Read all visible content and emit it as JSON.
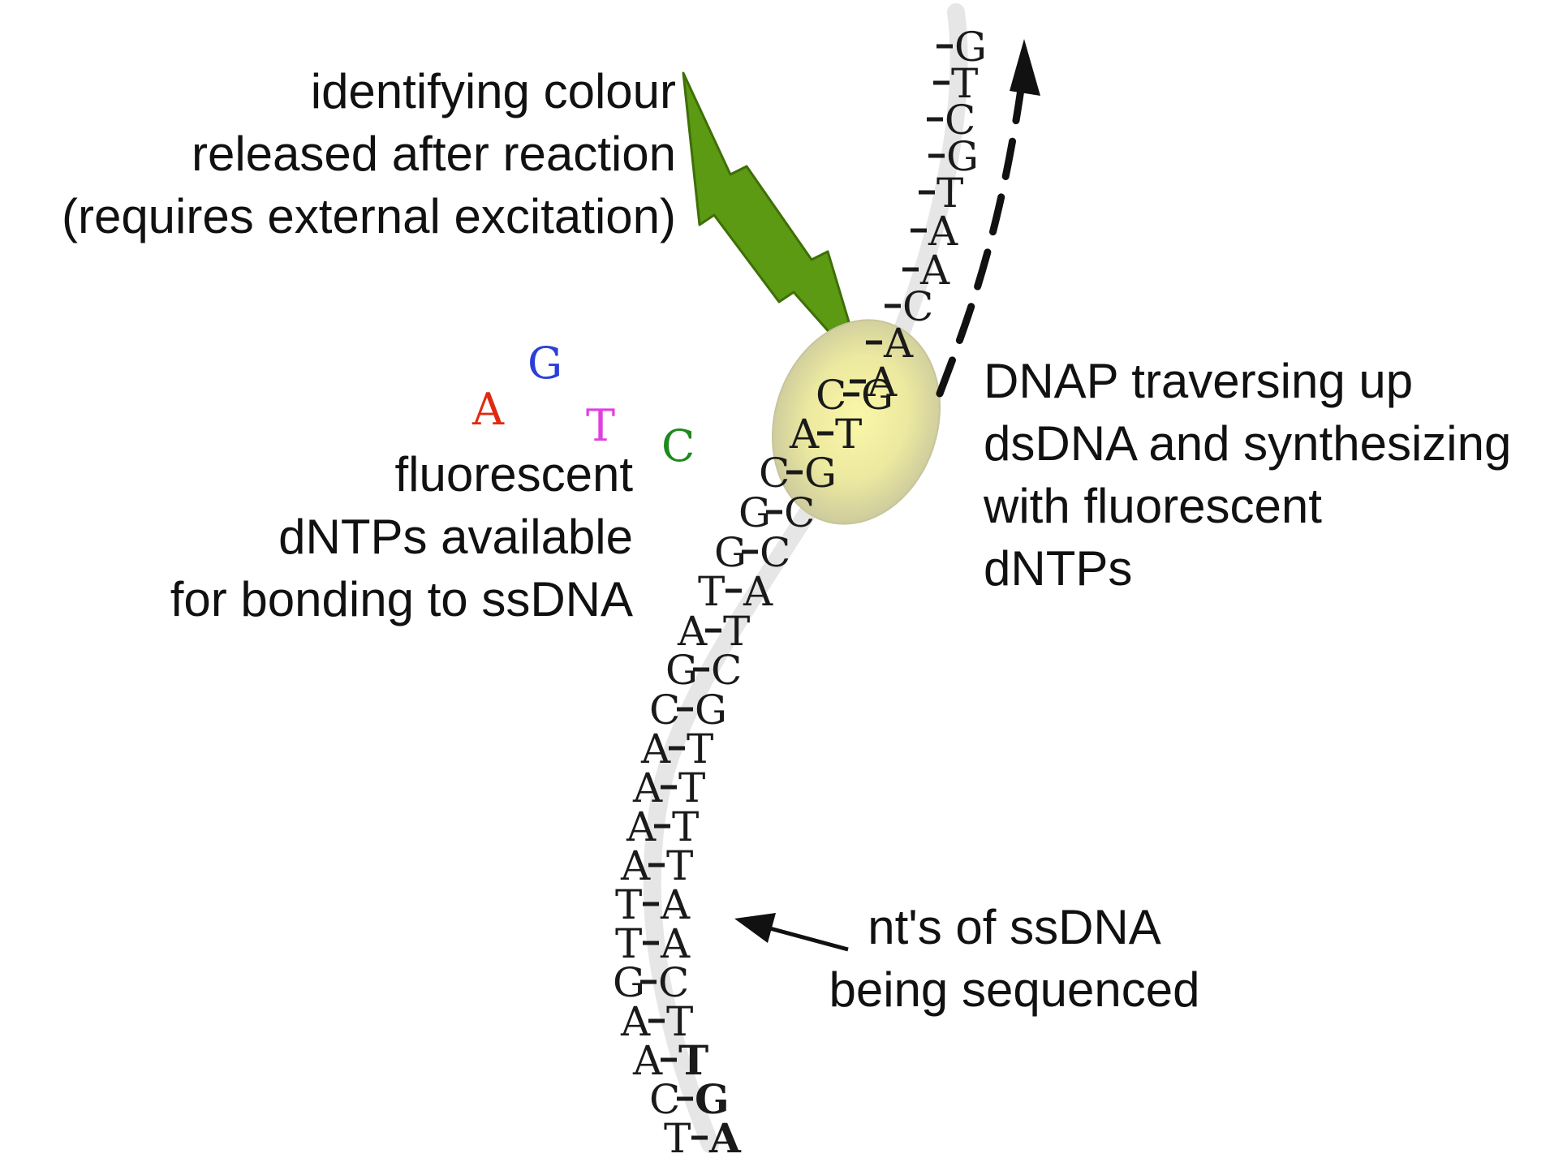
{
  "labels": {
    "excitation": [
      "identifying colour",
      "released after reaction",
      "(requires external excitation)"
    ],
    "dntps": [
      "fluorescent",
      "dNTPs available",
      "for bonding to ssDNA"
    ],
    "dnap": [
      "DNAP traversing up",
      "dsDNA and synthesizing",
      "with fluorescent",
      "dNTPs"
    ],
    "ssdna": [
      "nt's of ssDNA",
      "being sequenced"
    ]
  },
  "free_nucleotides": [
    {
      "base": "G",
      "color": "#2a3fd6"
    },
    {
      "base": "A",
      "color": "#e02a10"
    },
    {
      "base": "T",
      "color": "#e040e0"
    },
    {
      "base": "C",
      "color": "#1e8a1e"
    }
  ],
  "paired_bases": [
    {
      "left": "C",
      "right": "G",
      "left_color": "#1e8a1e"
    },
    {
      "left": "A",
      "right": "T"
    },
    {
      "left": "C",
      "right": "G"
    },
    {
      "left": "G",
      "right": "C"
    },
    {
      "left": "G",
      "right": "C"
    },
    {
      "left": "T",
      "right": "A"
    },
    {
      "left": "A",
      "right": "T"
    },
    {
      "left": "G",
      "right": "C"
    },
    {
      "left": "C",
      "right": "G"
    },
    {
      "left": "A",
      "right": "T"
    },
    {
      "left": "A",
      "right": "T"
    },
    {
      "left": "A",
      "right": "T"
    },
    {
      "left": "A",
      "right": "T"
    },
    {
      "left": "T",
      "right": "A"
    },
    {
      "left": "T",
      "right": "A"
    },
    {
      "left": "G",
      "right": "C"
    },
    {
      "left": "A",
      "right": "T"
    },
    {
      "left": "A",
      "right": "T",
      "right_bold": true
    },
    {
      "left": "C",
      "right": "G",
      "right_bold": true
    },
    {
      "left": "T",
      "right": "A",
      "right_bold": true
    }
  ],
  "single_bases": [
    "G",
    "T",
    "C",
    "G",
    "T",
    "A",
    "A",
    "C",
    "A",
    "A"
  ],
  "colors": {
    "lightning": "#5b9a12",
    "lightning_edge": "#3f6f08",
    "strand": "#e6e6e6",
    "dnap_core": "#f3f0a0",
    "dnap_edge": "#c7c59a"
  }
}
